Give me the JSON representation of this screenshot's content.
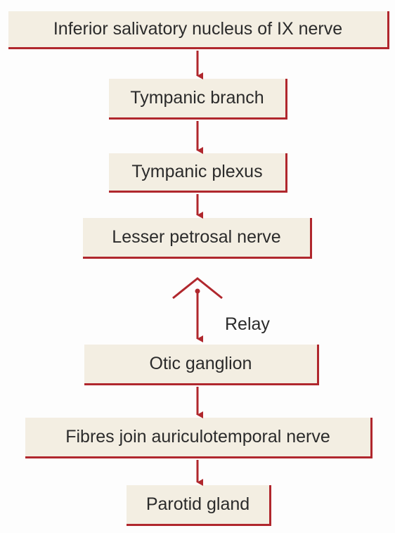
{
  "diagram": {
    "nodes": [
      {
        "label": "Inferior salivatory nucleus of IX nerve"
      },
      {
        "label": "Tympanic branch"
      },
      {
        "label": "Tympanic plexus"
      },
      {
        "label": "Lesser petrosal nerve"
      },
      {
        "label": "Otic ganglion"
      },
      {
        "label": "Fibres join auriculotemporal nerve"
      },
      {
        "label": "Parotid gland"
      }
    ],
    "relay_label": "Relay"
  },
  "colors": {
    "box_fill": "#f3eee2",
    "accent": "#b0272d",
    "text": "#2b2b2b"
  }
}
